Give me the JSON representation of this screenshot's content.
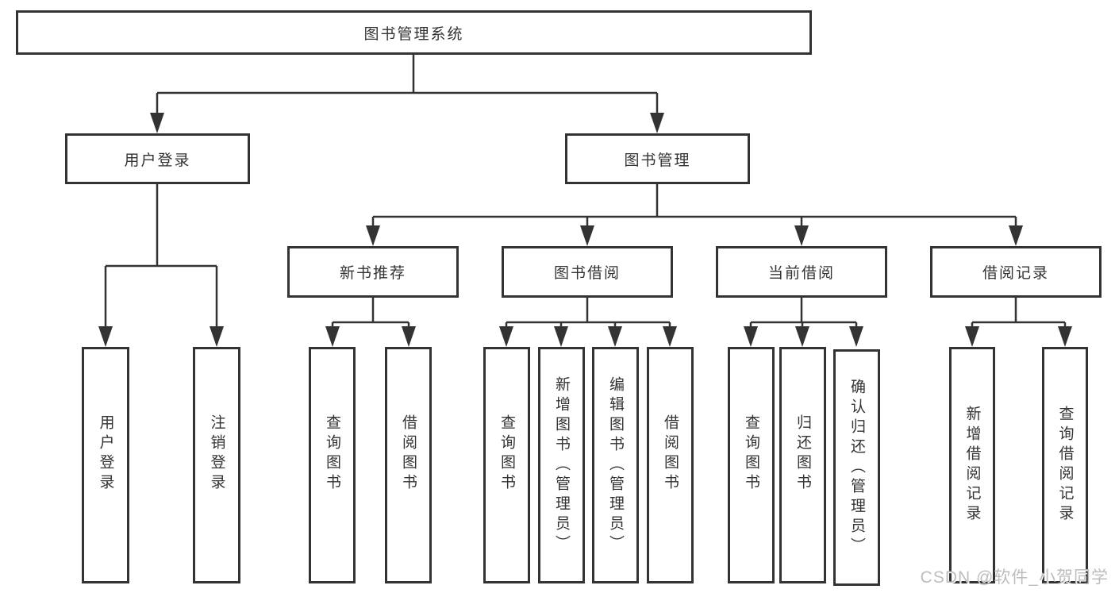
{
  "diagram": {
    "title_node": {
      "label": "图书管理系统"
    },
    "level2": [
      {
        "label": "用户登录"
      },
      {
        "label": "图书管理"
      }
    ],
    "level3": [
      {
        "label": "新书推荐"
      },
      {
        "label": "图书借阅"
      },
      {
        "label": "当前借阅"
      },
      {
        "label": "借阅记录"
      }
    ],
    "leaves": {
      "user_login_group": [
        {
          "label": "用户登录"
        },
        {
          "label": "注销登录"
        }
      ],
      "new_book_group": [
        {
          "label": "查询图书"
        },
        {
          "label": "借阅图书"
        }
      ],
      "book_borrow_group": [
        {
          "label": "查询图书"
        },
        {
          "label": "新增图书（管理员）"
        },
        {
          "label": "编辑图书（管理员）"
        },
        {
          "label": "借阅图书"
        }
      ],
      "current_borrow_group": [
        {
          "label": "查询图书"
        },
        {
          "label": "归还图书"
        },
        {
          "label": "确认归还（管理员）"
        }
      ],
      "record_group": [
        {
          "label": "新增借阅记录"
        },
        {
          "label": "查询借阅记录"
        }
      ]
    },
    "colors": {
      "line": "#333333",
      "box_border": "#333333",
      "text": "#333333",
      "background": "#ffffff",
      "watermark": "#bdbdbd"
    }
  },
  "watermark": {
    "text": "CSDN @软件_小贺同学"
  }
}
